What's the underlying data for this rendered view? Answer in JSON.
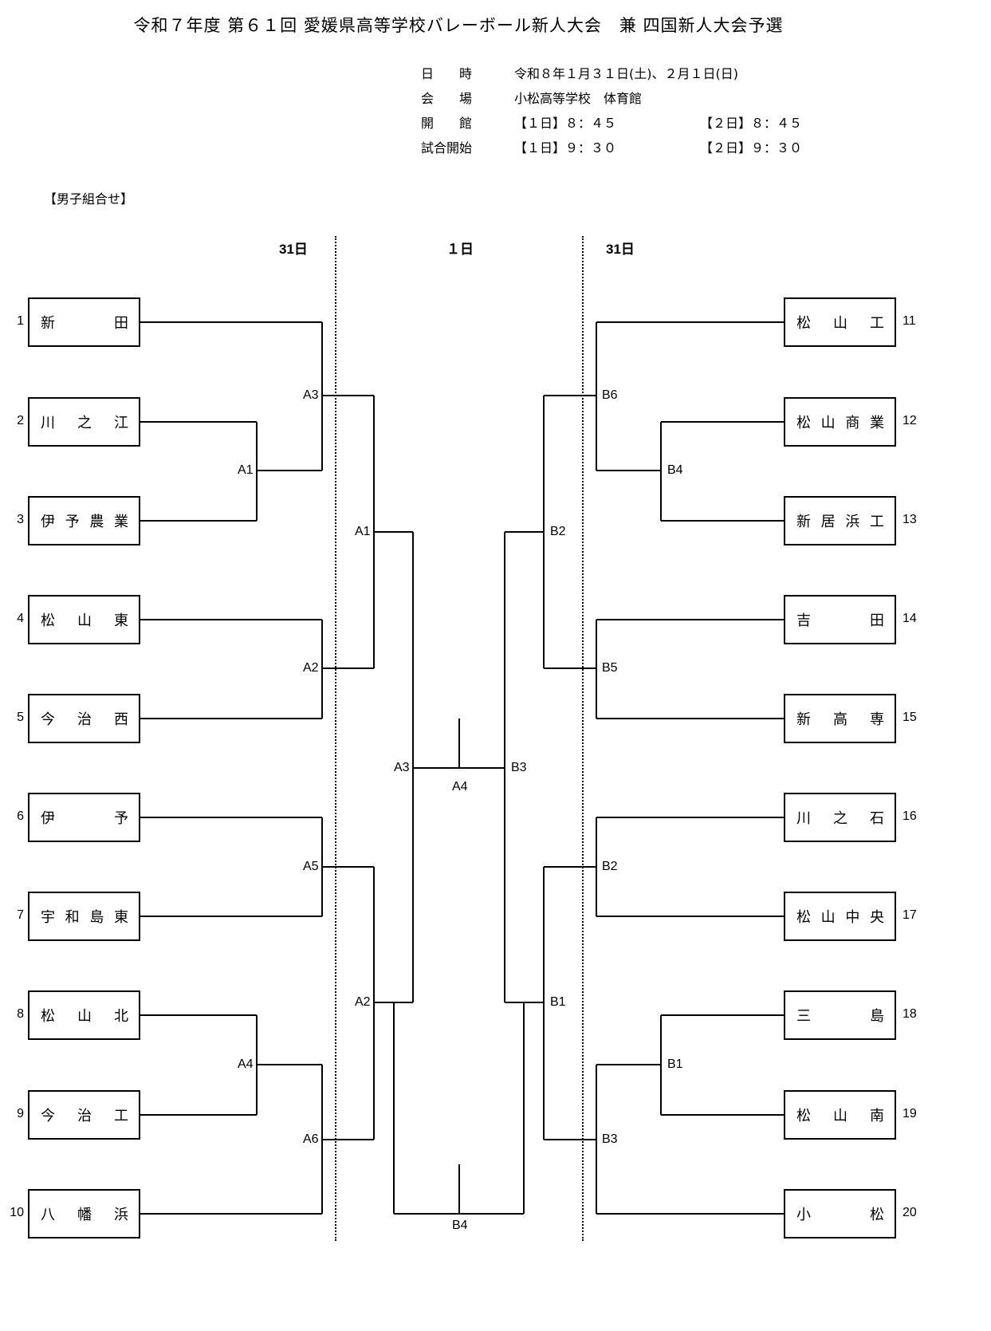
{
  "title": "令和７年度 第６１回 愛媛県高等学校バレーボール新人大会　兼 四国新人大会予選",
  "info": [
    {
      "label": "日　　時",
      "value": "令和８年１月３１日(土)、２月１日(日)",
      "value2": ""
    },
    {
      "label": "会　　場",
      "value": "小松高等学校　体育館",
      "value2": ""
    },
    {
      "label": "開　　館",
      "value": "【１日】８：４５",
      "value2": "【２日】８：４５"
    },
    {
      "label": "試合開始",
      "value": "【１日】９：３０",
      "value2": "【２日】９：３０"
    }
  ],
  "section": "【男子組合せ】",
  "days": {
    "left": "31日",
    "center": "１日",
    "right": "31日"
  },
  "teams_left": [
    {
      "seed": "1",
      "chars": [
        "新",
        "田"
      ]
    },
    {
      "seed": "2",
      "chars": [
        "川",
        "之",
        "江"
      ]
    },
    {
      "seed": "3",
      "chars": [
        "伊",
        "予",
        "農",
        "業"
      ]
    },
    {
      "seed": "4",
      "chars": [
        "松",
        "山",
        "東"
      ]
    },
    {
      "seed": "5",
      "chars": [
        "今",
        "治",
        "西"
      ]
    },
    {
      "seed": "6",
      "chars": [
        "伊",
        "予"
      ]
    },
    {
      "seed": "7",
      "chars": [
        "宇",
        "和",
        "島",
        "東"
      ]
    },
    {
      "seed": "8",
      "chars": [
        "松",
        "山",
        "北"
      ]
    },
    {
      "seed": "9",
      "chars": [
        "今",
        "治",
        "工"
      ]
    },
    {
      "seed": "10",
      "chars": [
        "八",
        "幡",
        "浜"
      ]
    }
  ],
  "teams_right": [
    {
      "seed": "11",
      "chars": [
        "松",
        "山",
        "工"
      ]
    },
    {
      "seed": "12",
      "chars": [
        "松",
        "山",
        "商",
        "業"
      ]
    },
    {
      "seed": "13",
      "chars": [
        "新",
        "居",
        "浜",
        "工"
      ]
    },
    {
      "seed": "14",
      "chars": [
        "吉",
        "田"
      ]
    },
    {
      "seed": "15",
      "chars": [
        "新",
        "高",
        "専"
      ]
    },
    {
      "seed": "16",
      "chars": [
        "川",
        "之",
        "石"
      ]
    },
    {
      "seed": "17",
      "chars": [
        "松",
        "山",
        "中",
        "央"
      ]
    },
    {
      "seed": "18",
      "chars": [
        "三",
        "島"
      ]
    },
    {
      "seed": "19",
      "chars": [
        "松",
        "山",
        "南"
      ]
    },
    {
      "seed": "20",
      "chars": [
        "小",
        "松"
      ]
    }
  ],
  "match_labels": {
    "left_r1": [
      "A3",
      "A1",
      "A2",
      "A5",
      "A4",
      "A6"
    ],
    "left_r2": [
      "A1",
      "A2"
    ],
    "left_r3": "A3",
    "final_top": "A4",
    "final_bottom": "B4",
    "right_r1": [
      "B6",
      "B4",
      "B5",
      "B2",
      "B1",
      "B3"
    ],
    "right_r2": [
      "B2",
      "B1"
    ],
    "right_r3": "B3"
  }
}
